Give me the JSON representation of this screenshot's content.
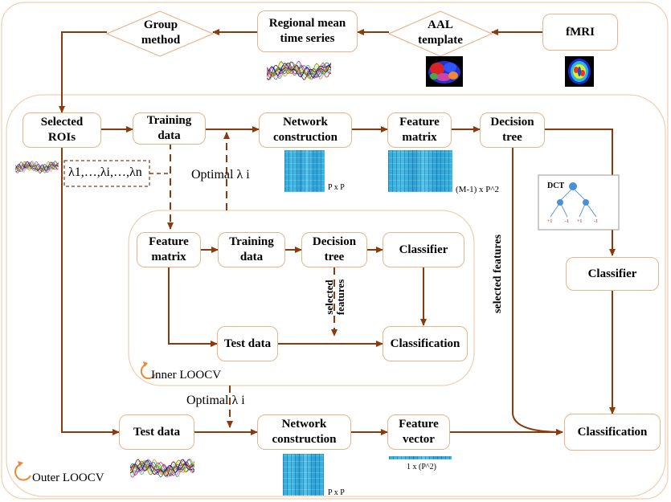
{
  "nodes": {
    "fmri": "fMRI",
    "aal_template": "AAL\ntemplate",
    "regional_mean": "Regional mean\ntime series",
    "group_method": "Group\nmethod",
    "selected_rois": "Selected\nROIs",
    "training_data_outer": "Training\ndata",
    "network_construction_top": "Network\nconstruction",
    "feature_matrix_top": "Feature\nmatrix",
    "decision_tree_outer": "Decision\ntree",
    "feature_matrix_inner": "Feature\nmatrix",
    "training_data_inner": "Training\ndata",
    "decision_tree_inner": "Decision\ntree",
    "classifier_inner": "Classifier",
    "test_data_inner": "Test data",
    "classification_inner": "Classification",
    "classifier_outer": "Classifier",
    "test_data_outer": "Test data",
    "network_construction_bottom": "Network\nconstruction",
    "feature_vector": "Feature\nvector",
    "classification_outer": "Classification"
  },
  "labels": {
    "lambda_list": "λ1,…,λi,…,λn",
    "optimal_lambda_top": "Optimal  λ i",
    "optimal_lambda_bottom": "Optimal  λ i",
    "selected_features_inner": "selected\nfeatures",
    "selected_features_outer": "selected features",
    "inner_loocv": "Inner LOOCV",
    "outer_loocv": "Outer LOOCV",
    "dim_pxp_top": "P x P",
    "dim_feature_matrix": "(M-1) x P^2",
    "dim_pxp_bottom": "P x P",
    "dim_feature_vector": "1 x (P^2)",
    "dct": "DCT",
    "leaf_labels": [
      "+1",
      "-1",
      "+1",
      "-1"
    ]
  },
  "colors": {
    "arrow": "#8b3a0e",
    "box_border": "#e8b48a",
    "region_border": "#f0cfae",
    "dashed": "#8b3a0e"
  },
  "icons": {
    "brain_3d": "brain-aal-3d-icon",
    "brain_slice": "brain-fmri-slice-icon",
    "waveform": "time-series-waveform-icon",
    "decision_tree": "decision-tree-icon"
  }
}
